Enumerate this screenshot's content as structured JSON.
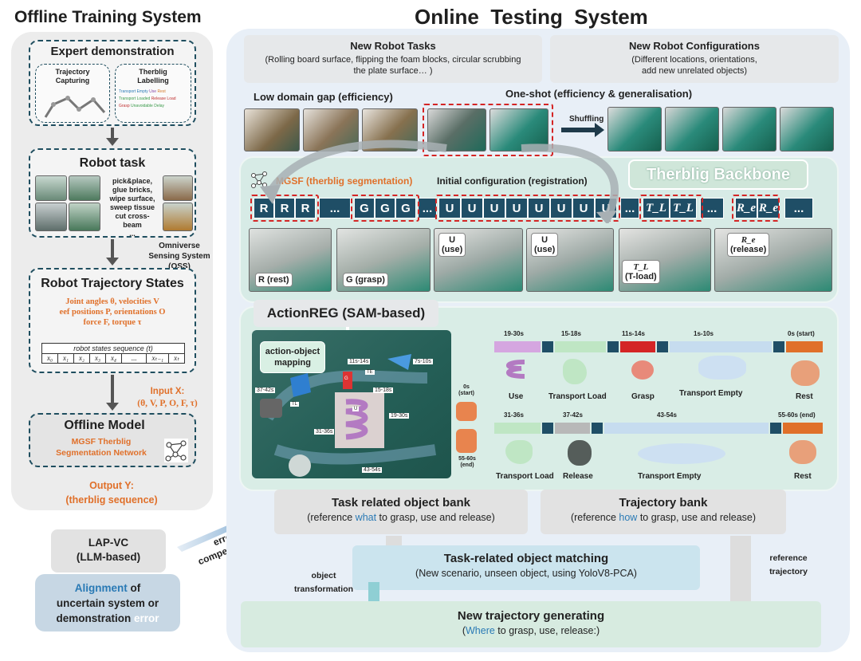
{
  "left": {
    "title": "Offline Training System",
    "expert": {
      "title": "Expert demonstration",
      "traj_capturing": "Trajectory Capturing",
      "therblig_labelling": "Therblig Labelling",
      "legend": [
        "Transport Empty",
        "Use",
        "Rest",
        "Transport Loaded",
        "Release Load",
        "Grasp",
        "Unavoidable Delay"
      ]
    },
    "robot_task": {
      "title": "Robot task",
      "items": [
        "pick&place,",
        "glue bricks,",
        "wipe surface,",
        "sweep tissue",
        "cut cross-",
        "beam",
        "..."
      ]
    },
    "oss_label": "Omniverse Sensing System (OSS)",
    "trajectory_states": {
      "title": "Robot Trajectory States",
      "lines": [
        "Joint angles θ, velocities V",
        "eef positions P, orientations O",
        "force F, torque τ"
      ],
      "seq_title": "robot states sequence (t)",
      "seq_cells": [
        "x₀",
        "x₁",
        "x₂",
        "x₃",
        "x₄",
        "...",
        "xₜ₋₁",
        "xₜ"
      ]
    },
    "input_x": {
      "line1": "Input X:",
      "line2": "(θ, V, P, O, F, τ)"
    },
    "offline_model": {
      "title": "Offline Model",
      "line1": "MGSF Therblig",
      "line2": "Segmentation Network"
    },
    "output_y": {
      "line1": "Output Y:",
      "line2": "(therblig sequence)"
    }
  },
  "lap": {
    "line1": "LAP-VC",
    "line2": "(LLM-based)",
    "align_word": "Alignment",
    "align_of": " of",
    "align_line2": "uncertain system or",
    "align_line3a": "demonstration ",
    "align_error": "error",
    "error_comp": "error compensation"
  },
  "right": {
    "title": "Online  Testing  System",
    "new_tasks": {
      "title": "New Robot Tasks",
      "desc": "(Rolling board surface, flipping the foam blocks, circular scrubbing the plate surface… )"
    },
    "new_configs": {
      "title": "New Robot Configurations",
      "desc1": "(Different locations, orientations,",
      "desc2": "add new unrelated objects)"
    },
    "low_gap": "Low domain gap (efficiency)",
    "one_shot": "One-shot (efficiency & generalisation)",
    "shuffling": "Shuffling",
    "therblig_backbone": "Therblig Backbone",
    "mgsf": "MGSF (therblig segmentation)",
    "initial_config": "Initial configuration (registration)",
    "sequence": [
      "R",
      "R",
      "R",
      "...",
      "G",
      "G",
      "G",
      "...",
      "U",
      "U",
      "U",
      "U",
      "U",
      "U",
      "U",
      "U",
      "...",
      "T_L",
      "T_L",
      "...",
      "R_e",
      "R_e",
      "..."
    ],
    "frame_labels": [
      {
        "a": "R (rest)",
        "b": ""
      },
      {
        "a": "G (grasp)",
        "b": ""
      },
      {
        "a": "U",
        "b": "(use)"
      },
      {
        "a": "U",
        "b": "(use)"
      },
      {
        "a": "T_L",
        "b": "(T-load)"
      },
      {
        "a": "R_e",
        "b": "(release)"
      }
    ],
    "actionreg": "ActionREG (SAM-based)",
    "action_object_mapping": "action-object mapping",
    "scene_labels": [
      "11s-14s",
      "7s-10s",
      "37-42s",
      "15-18s",
      "19-30s",
      "31-36s",
      "0s (start)",
      "55-60s (end)",
      "43-54s",
      "TE",
      "TL",
      "U",
      "G"
    ],
    "timeline_top": {
      "times": [
        "19-30s",
        "15-18s",
        "11s-14s",
        "1s-10s",
        "0s (start)"
      ],
      "names": [
        "Use",
        "Transport Load",
        "Grasp",
        "Transport Empty",
        "Rest"
      ]
    },
    "timeline_bottom": {
      "times": [
        "31-36s",
        "37-42s",
        "43-54s",
        "55-60s (end)"
      ],
      "names": [
        "Transport Load",
        "Release",
        "Transport Empty",
        "Rest"
      ]
    },
    "object_bank": {
      "title": "Task related object bank",
      "pre": "(reference ",
      "hl": "what",
      "post": " to grasp, use and release)"
    },
    "traj_bank": {
      "title": "Trajectory bank",
      "pre": "(reference ",
      "hl": "how",
      "post": " to grasp, use and release)"
    },
    "matching": {
      "title": "Task-related object matching",
      "desc": "(New scenario, unseen object, using YoloV8-PCA)"
    },
    "object_transform": "object transformation",
    "reference_traj": "reference trajectory",
    "new_traj": {
      "title": "New trajectory generating",
      "pre": "(",
      "hl": "Where",
      "post": " to grasp, use, release:)"
    }
  },
  "colors": {
    "accent_orange": "#e0702a",
    "navy": "#1f4e66",
    "red": "#d42525",
    "teal_bg": "#d7ebe6",
    "blue_hl": "#2a7ab5"
  }
}
